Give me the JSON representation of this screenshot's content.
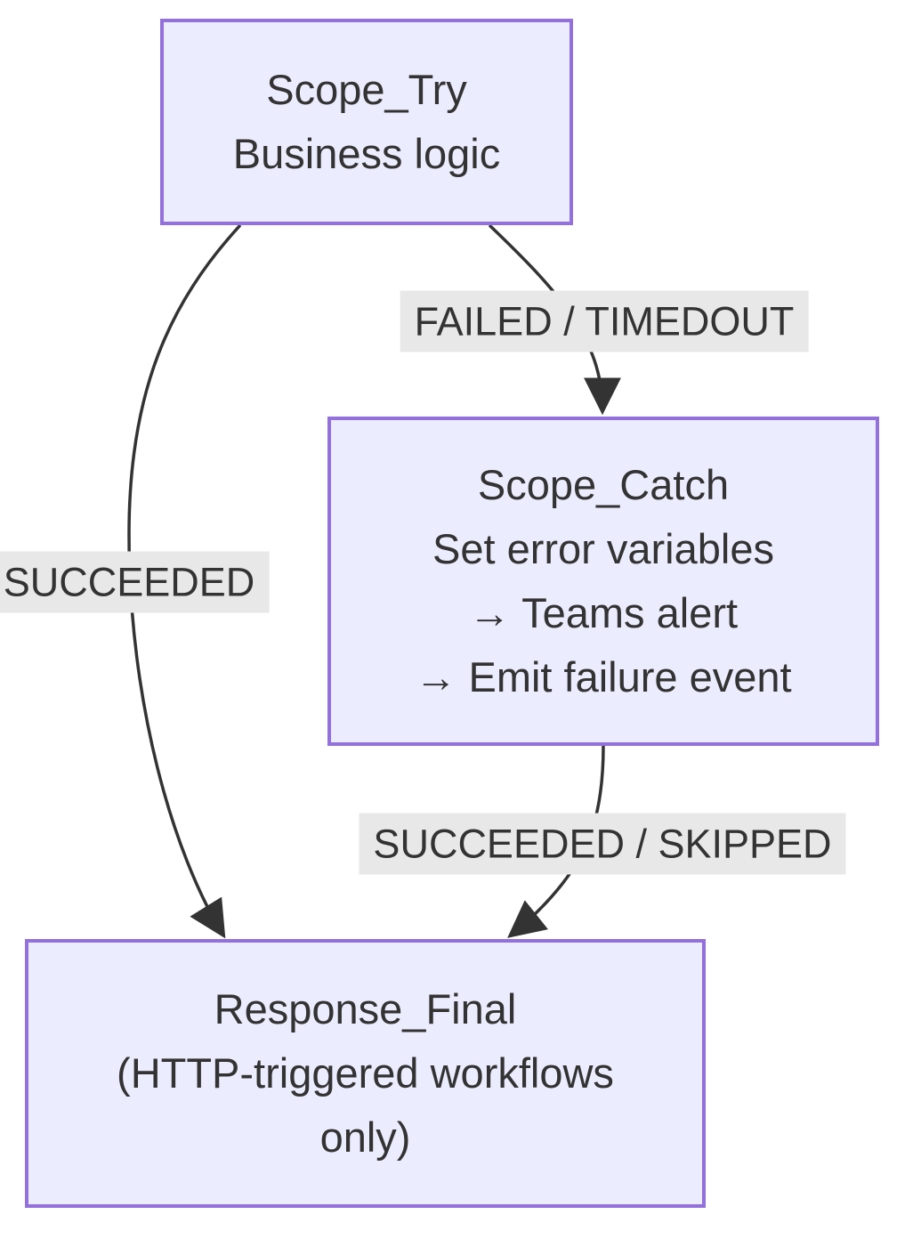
{
  "diagram": {
    "type": "flowchart",
    "direction": "top-down",
    "nodes": [
      {
        "id": "scope_try",
        "lines": [
          "Scope_Try",
          "Business logic"
        ]
      },
      {
        "id": "scope_catch",
        "lines": [
          "Scope_Catch",
          "Set error variables",
          "→ Teams alert",
          "→ Emit failure event"
        ]
      },
      {
        "id": "response_final",
        "lines": [
          "Response_Final",
          "(HTTP-triggered workflows",
          "only)"
        ]
      }
    ],
    "edges": [
      {
        "from": "scope_try",
        "to": "scope_catch",
        "label": "FAILED / TIMEDOUT"
      },
      {
        "from": "scope_try",
        "to": "response_final",
        "label": "SUCCEEDED"
      },
      {
        "from": "scope_catch",
        "to": "response_final",
        "label": "SUCCEEDED / SKIPPED"
      }
    ],
    "colors": {
      "node_fill": "#ECECFF",
      "node_border": "#9370DB",
      "node_text": "#333333",
      "edge_stroke": "#333333",
      "edge_label_bg": "#e8e8e8",
      "background": "#ffffff"
    }
  }
}
